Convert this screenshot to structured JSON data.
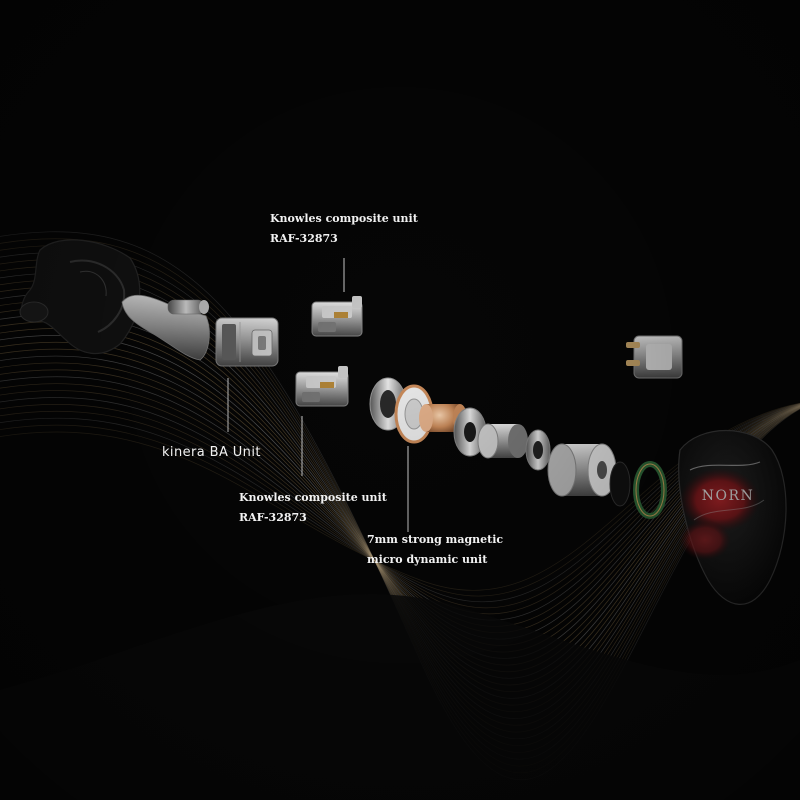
{
  "labels": {
    "knowles_top": {
      "line1": "Knowles composite unit",
      "line2": "RAF-32873"
    },
    "knowles_bottom": {
      "line1": "Knowles composite unit",
      "line2": "RAF-32873"
    },
    "kinera_ba": {
      "text": "kinera BA Unit"
    },
    "dynamic": {
      "line1": "7mm strong magnetic",
      "line2": "micro dynamic unit"
    }
  },
  "faceplate": {
    "logo_text": "NORN"
  },
  "colors": {
    "background": "#060606",
    "wave_warm": "#c9a56a",
    "wave_cool": "#cfcfcf",
    "text": "#f2f2f2",
    "faceplate_red": "#8e1a1e"
  }
}
